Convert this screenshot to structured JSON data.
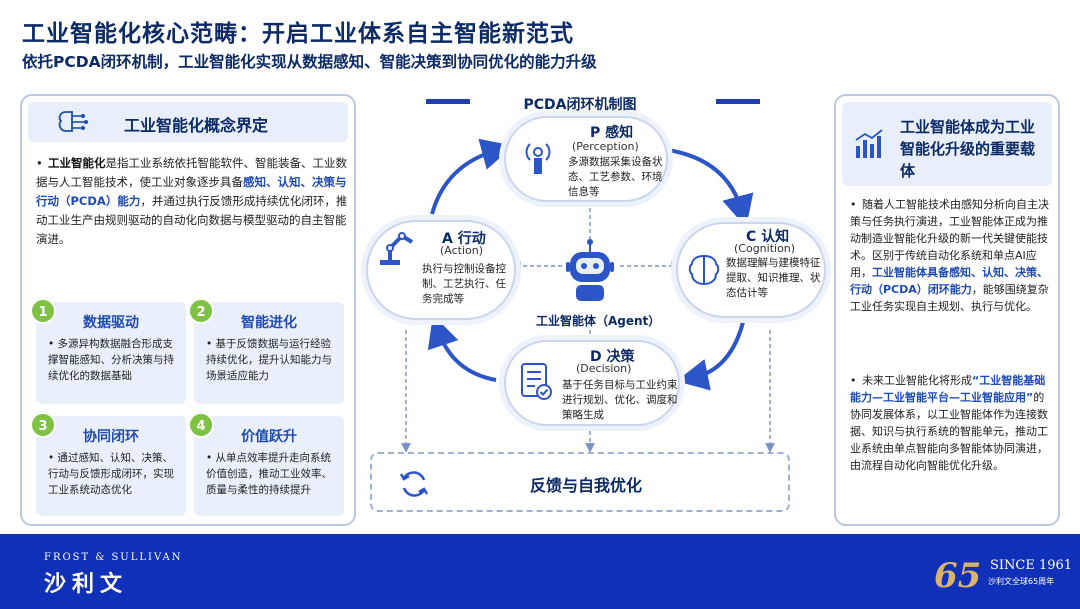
{
  "header": {
    "title": "工业智能化核心范畴：开启工业体系自主智能新范式",
    "subtitle": "依托PCDA闭环机制，工业智能化实现从数据感知、智能决策到协同优化的能力升级"
  },
  "left_panel": {
    "title": "工业智能化概念界定",
    "definition": {
      "term": "工业智能化",
      "part1": "是指工业系统依托智能软件、智能装备、工业数据与人工智能技术，使工业对象逐步具备",
      "highlight": "感知、认知、决策与行动（PCDA）能力",
      "part2": "，并通过执行反馈形成持续优化闭环，推动工业生产由规则驱动的自动化向数据与模型驱动的自主智能演进。"
    },
    "cards": [
      {
        "num": "1",
        "title": "数据驱动",
        "text": "多源异构数据融合形成支撑智能感知、分析决策与持续优化的数据基础"
      },
      {
        "num": "2",
        "title": "智能进化",
        "text": "基于反馈数据与运行经验持续优化，提升认知能力与场景适应能力"
      },
      {
        "num": "3",
        "title": "协同闭环",
        "text": "通过感知、认知、决策、行动与反馈形成闭环，实现工业系统动态优化"
      },
      {
        "num": "4",
        "title": "价值跃升",
        "text": "从单点效率提升走向系统价值创造，推动工业效率、质量与柔性的持续提升"
      }
    ]
  },
  "center": {
    "title": "PCDA闭环机制图",
    "perception": {
      "title": "P 感知",
      "sub": "(Perception)",
      "text": "多源数据采集设备状态、工艺参数、环境信息等"
    },
    "cognition": {
      "title": "C 认知",
      "sub": "(Cognition)",
      "text": "数据理解与建模特征提取、知识推理、状态估计等"
    },
    "decision": {
      "title": "D 决策",
      "sub": "(Decision)",
      "text": "基于任务目标与工业约束进行规划、优化、调度和策略生成"
    },
    "action": {
      "title": "A 行动",
      "sub": "(Action)",
      "text": "执行与控制设备控制、工艺执行、任务完成等"
    },
    "agent": "工业智能体（Agent）",
    "feedback": "反馈与自我优化"
  },
  "right_panel": {
    "title": "工业智能体成为工业智能化升级的重要载体",
    "p1_a": "随着人工智能技术由感知分析向自主决策与任务执行演进，工业智能体正成为推动制造业智能化升级的新一代关键使能技术。区别于传统自动化系统和单点AI应用，",
    "p1_hl": "工业智能体具备感知、认知、决策、行动（PCDA）闭环能力",
    "p1_b": "，能够围绕复杂工业任务实现自主规划、执行与优化。",
    "p2_a": "未来工业智能化将形成",
    "p2_hl": "“工业智能基础能力—工业智能平台—工业智能应用”",
    "p2_b": "的协同发展体系，以工业智能体作为连接数据、知识与执行系统的智能单元，推动工业系统由单点智能向多智能体协同演进，由流程自动化向智能优化升级。"
  },
  "footer": {
    "brand": "FROST & SULLIVAN",
    "brand_cn": "沙利文",
    "anniv_number": "65",
    "since": "SINCE 1961",
    "anniv_text": "沙利文全球65周年"
  },
  "colors": {
    "navy": "#0b2a66",
    "accent_blue": "#1f4bb5",
    "footer_blue": "#1030b8",
    "green_badge": "#7dc243",
    "gold": "#d9b36a"
  }
}
